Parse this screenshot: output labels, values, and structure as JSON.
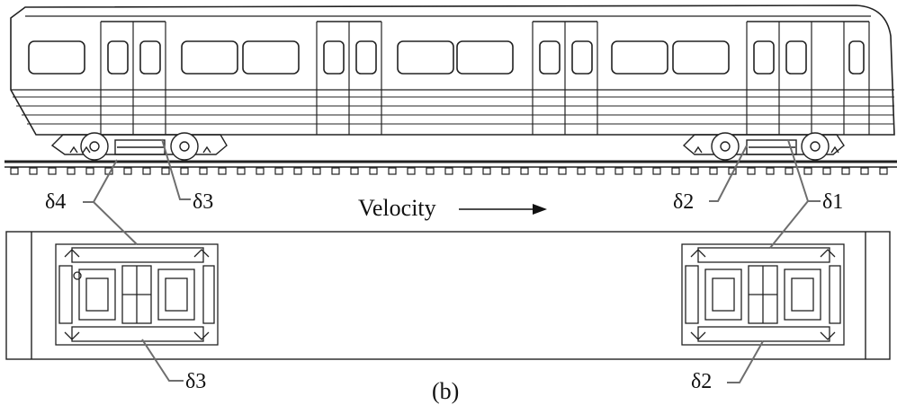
{
  "labels": {
    "delta4": "δ4",
    "delta3_top": "δ3",
    "delta2_top": "δ2",
    "delta1": "δ1",
    "velocity": "Velocity",
    "delta3_bottom": "δ3",
    "delta2_bottom": "δ2",
    "caption": "(b)"
  },
  "colors": {
    "line": "#222222",
    "leader": "#6e6e6e",
    "background": "#ffffff"
  }
}
